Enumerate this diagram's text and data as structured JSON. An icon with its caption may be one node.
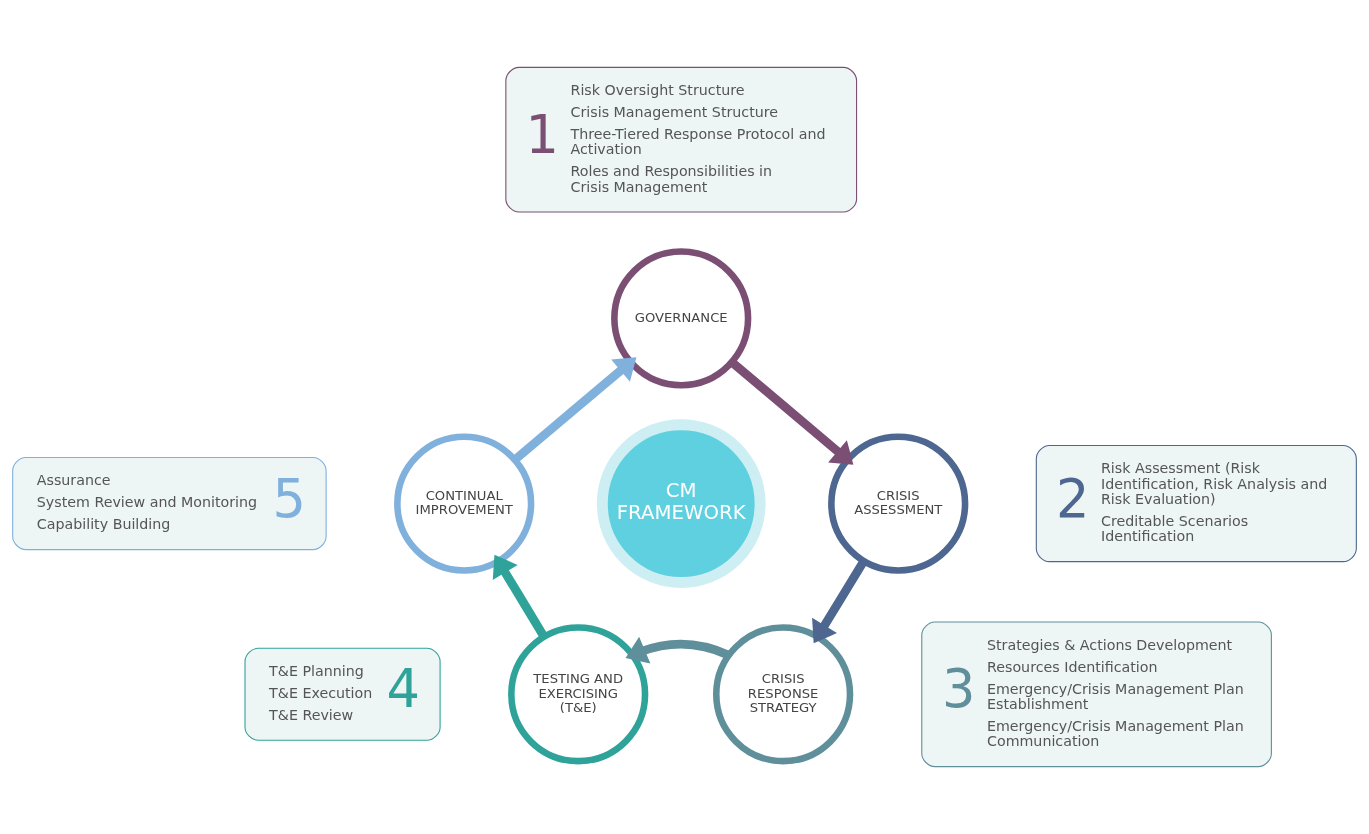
{
  "diagram": {
    "nodes": [
      {
        "text": [
          "1",
          "Risk Oversight Structure",
          "Crisis Management Structure",
          "Three-Tiered Response Protocol and Activation",
          "Roles and Responsibilities in Crisis Management"
        ]
      },
      {
        "text": [
          "GOVERNANCE"
        ]
      },
      {
        "text": [
          "2",
          "Risk Assessment (Risk Identification, Risk Analysis and Risk Evaluation)",
          "Creditable Scenarios Identification"
        ]
      },
      {
        "text": [
          "CRISIS ASSESSMENT"
        ]
      },
      {
        "text": [
          "CM FRAMEWORK"
        ]
      },
      {
        "text": [
          "Assurance",
          "System Review and Monitoring",
          "Capability Building",
          "5"
        ]
      },
      {
        "text": [
          "CONTINUAL IMPROVEMENT"
        ]
      },
      {
        "text": [
          "T&E Planning",
          "T&E Execution",
          "T&E Review",
          "4"
        ]
      },
      {
        "text": [
          "TESTING AND EXERCISING (T&E)"
        ]
      },
      {
        "text": [
          "CRISIS RESPONSE STRATEGY"
        ]
      },
      {
        "text": [
          "3",
          "Strategies & Actions Development",
          "Resources Identification",
          "Emergency/Crisis Management Plan Establishment",
          "Emergency/Crisis Management Plan Communication"
        ]
      }
    ],
    "edges": [
      {
        "from": 1,
        "to": 3,
        "arrow": "to",
        "color": "#7b4f74"
      },
      {
        "from": 3,
        "to": 9,
        "arrow": "to",
        "color": "#4d6790"
      },
      {
        "from": 9,
        "to": 8,
        "arrow": "to",
        "color": "#5f8f9b"
      },
      {
        "from": 8,
        "to": 6,
        "arrow": "to",
        "color": "#2fa39a"
      },
      {
        "from": 6,
        "to": 1,
        "arrow": "to",
        "color": "#80b0dc"
      }
    ]
  }
}
